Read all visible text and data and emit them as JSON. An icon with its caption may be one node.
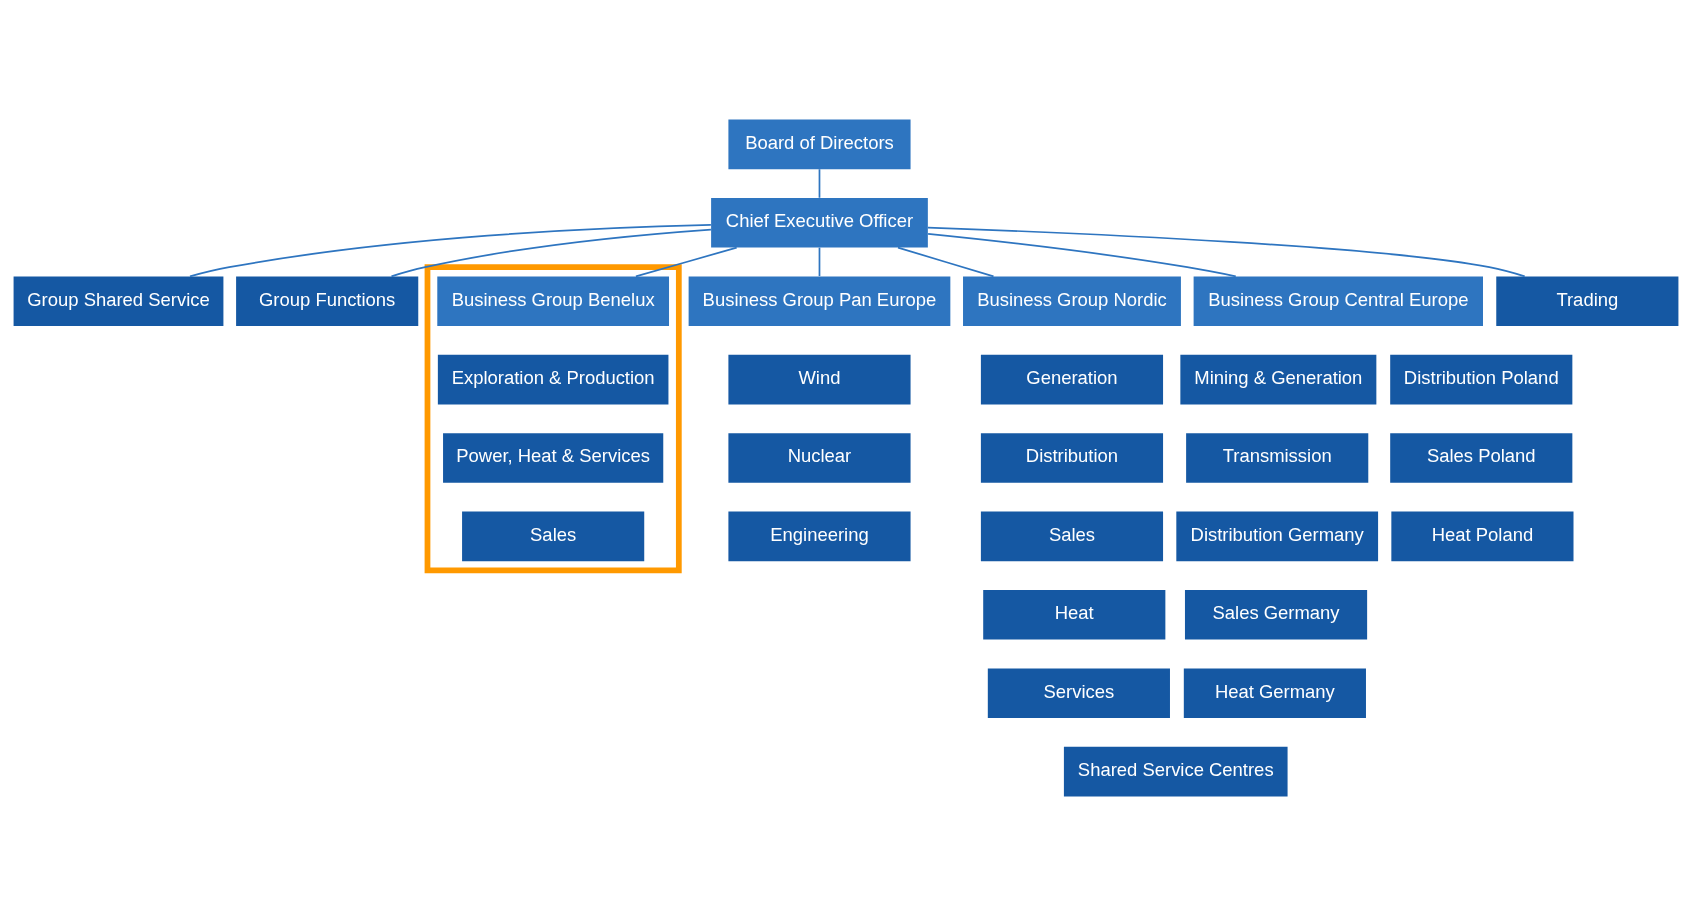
{
  "diagram": {
    "nodes": [
      {
        "text": [
          "Board of Directors"
        ]
      },
      {
        "text": [
          "Chief Executive Officer"
        ]
      },
      {
        "text": [
          "Group Shared Service"
        ]
      },
      {
        "text": [
          "Group Functions"
        ]
      },
      {
        "text": [
          "Business Group Pan Europe"
        ]
      },
      {
        "text": [
          "Wind"
        ]
      },
      {
        "text": [
          "Nuclear"
        ]
      },
      {
        "text": [
          "Engineering"
        ]
      },
      {
        "text": [
          "Business Group Nordic"
        ]
      },
      {
        "text": [
          "Generation"
        ]
      },
      {
        "text": [
          "Distribution"
        ]
      },
      {
        "text": [
          "Sales"
        ]
      },
      {
        "text": [
          "Heat"
        ]
      },
      {
        "text": [
          "Services"
        ]
      },
      {
        "text": [
          "Business Group Central Europe"
        ]
      },
      {
        "text": [
          "Mining & Generation"
        ]
      },
      {
        "text": [
          "Distribution Poland"
        ]
      },
      {
        "text": [
          "Transmission"
        ]
      },
      {
        "text": [
          "Sales Poland"
        ]
      },
      {
        "text": [
          "Distribution Germany"
        ]
      },
      {
        "text": [
          "Heat Poland"
        ]
      },
      {
        "text": [
          "Sales Germany"
        ]
      },
      {
        "text": [
          "Heat Germany"
        ]
      },
      {
        "text": [],
        "shape": "box"
      },
      {
        "text": [
          "Business Group Benelux"
        ],
        "in": 23
      },
      {
        "text": [
          "Exploration & Production"
        ],
        "in": 23
      },
      {
        "text": [
          "Power, Heat & Services"
        ],
        "in": 23
      },
      {
        "text": [
          "Sales"
        ],
        "in": 23
      },
      {
        "text": [
          "Trading"
        ]
      },
      {
        "text": [
          "Shared Service Centres"
        ]
      }
    ],
    "edges": [
      {
        "from": 0,
        "to": 1,
        "arrow": "none"
      },
      {
        "from": 1,
        "to": 2,
        "arrow": "none"
      },
      {
        "from": 1,
        "to": 3,
        "arrow": "none"
      },
      {
        "from": 1,
        "to": 4,
        "arrow": "none"
      },
      {
        "from": 1,
        "to": 8,
        "arrow": "none"
      },
      {
        "from": 1,
        "to": 14,
        "arrow": "none"
      },
      {
        "from": 1,
        "to": 24,
        "arrow": "none"
      },
      {
        "from": 1,
        "to": 28,
        "arrow": "none"
      }
    ]
  }
}
